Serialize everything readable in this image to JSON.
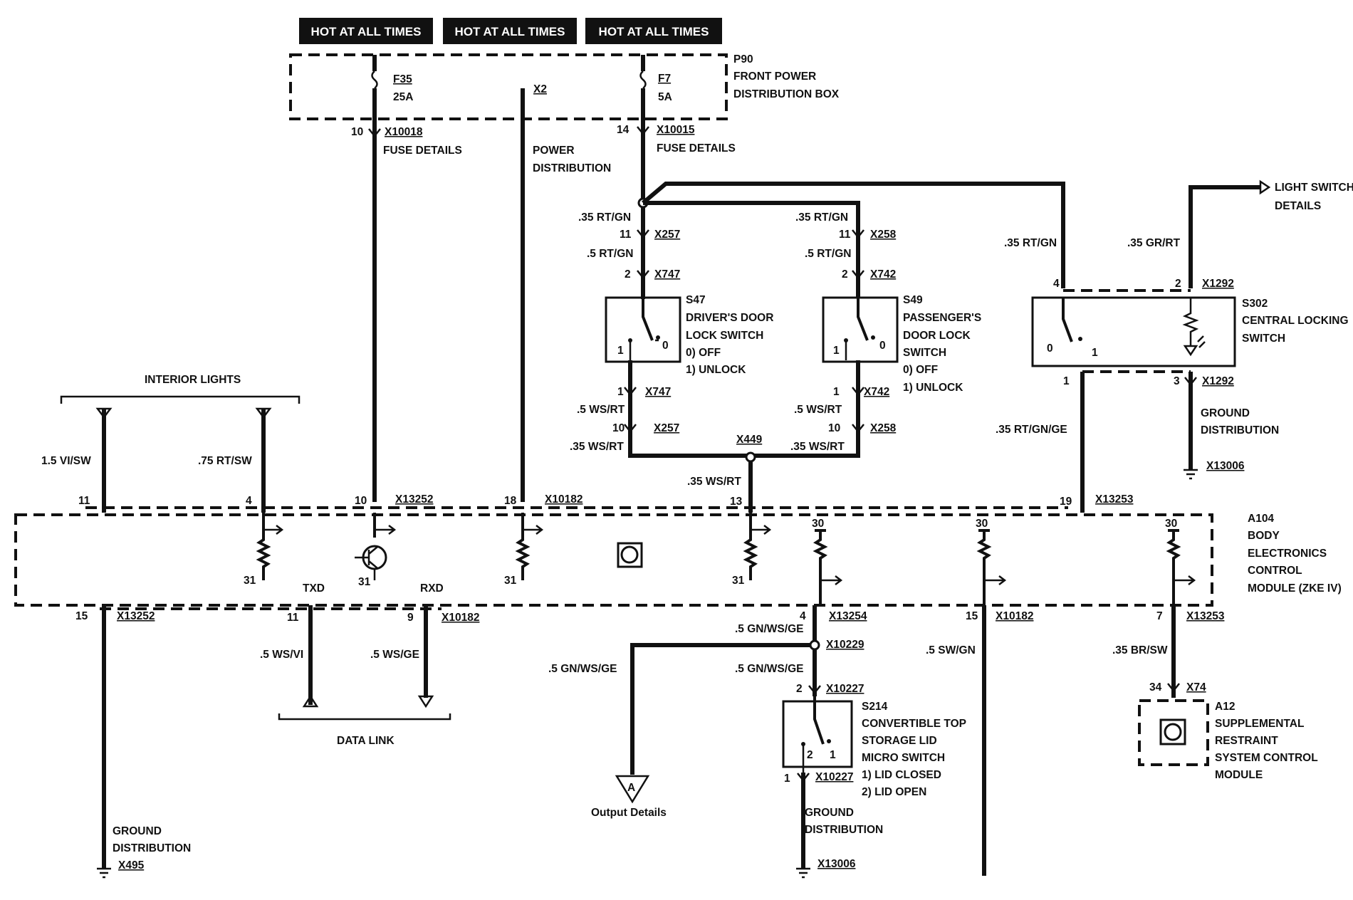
{
  "hot_labels": [
    "HOT AT ALL TIMES",
    "HOT AT ALL TIMES",
    "HOT AT ALL TIMES"
  ],
  "p90": {
    "id": "P90",
    "name_1": "FRONT POWER",
    "name_2": "DISTRIBUTION BOX",
    "fuse_left": "F35",
    "fuse_left_amp": "25A",
    "x2": "X2",
    "fuse_right": "F7",
    "fuse_right_amp": "5A"
  },
  "fuse_feeds": {
    "left_pin": "10",
    "left_conn": "X10018",
    "left_label": "FUSE DETAILS",
    "right_pin": "14",
    "right_conn": "X10015",
    "right_label": "FUSE DETAILS",
    "power_1": "POWER",
    "power_2": "DISTRIBUTION"
  },
  "s47": {
    "wire_top": ".35 RT/GN",
    "pin_top_a": "11",
    "conn_top_a": "X257",
    "wire_mid": ".5 RT/GN",
    "pin_top_b": "2",
    "conn_top_b": "X747",
    "id": "S47",
    "name_1": "DRIVER'S DOOR",
    "name_2": "LOCK SWITCH",
    "state_0": "0)   OFF",
    "state_1": "1)   UNLOCK",
    "contact_1": "1",
    "contact_0": "0",
    "pin_bot_a": "1",
    "conn_bot_a": "X747",
    "wire_bot": ".5 WS/RT",
    "pin_bot_b": "10",
    "conn_bot_b": "X257",
    "wire_bot2": ".35 WS/RT"
  },
  "s49": {
    "wire_top": ".35 RT/GN",
    "pin_top_a": "11",
    "conn_top_a": "X258",
    "wire_mid": ".5 RT/GN",
    "pin_top_b": "2",
    "conn_top_b": "X742",
    "id": "S49",
    "name_1": "PASSENGER'S",
    "name_2": "DOOR LOCK",
    "name_3": "SWITCH",
    "state_0": "0)   OFF",
    "state_1": "1)   UNLOCK",
    "contact_1": "1",
    "contact_0": "0",
    "pin_bot_a": "1",
    "conn_bot_a": "X742",
    "wire_bot": ".5 WS/RT",
    "pin_bot_b": "10",
    "conn_bot_b": "X258",
    "wire_bot2": ".35 WS/RT"
  },
  "x449": {
    "id": "X449",
    "wire": ".35 WS/RT",
    "pin": "13"
  },
  "s302": {
    "wire_left": ".35 RT/GN",
    "wire_right": ".35 GR/RT",
    "light_1": "LIGHT SWITCH",
    "light_2": "DETAILS",
    "pin_4": "4",
    "pin_2": "2",
    "conn_top": "X1292",
    "id": "S302",
    "name_1": "CENTRAL LOCKING",
    "name_2": "SWITCH",
    "contact_0": "0",
    "contact_1": "1",
    "pin_1": "1",
    "pin_3": "3",
    "conn_bot": "X1292",
    "wire_down": ".35 RT/GN/GE",
    "ground_1": "GROUND",
    "ground_2": "DISTRIBUTION",
    "ground_conn": "X13006",
    "pin_19": "19",
    "conn_19": "X13253"
  },
  "interior": {
    "title": "INTERIOR LIGHTS",
    "wire_a": "1.5 VI/SW",
    "wire_b": ".75 RT/SW",
    "pin_a": "11",
    "pin_b": "4",
    "pin_c": "10",
    "conn_c": "X13252",
    "pin_d": "18",
    "conn_d": "X10182"
  },
  "a104": {
    "id": "A104",
    "name_1": "BODY",
    "name_2": "ELECTRONICS",
    "name_3": "CONTROL",
    "name_4": "MODULE (ZKE IV)",
    "g1": "31",
    "g2": "31",
    "g3": "31",
    "g4": "31",
    "txd": "TXD",
    "rxd": "RXD",
    "v1": "30",
    "v2": "30",
    "v3": "30"
  },
  "bottom": {
    "pin_15a": "15",
    "conn_15a": "X13252",
    "ground_1": "GROUND",
    "ground_2": "DISTRIBUTION",
    "ground_conn": "X495",
    "pin_11": "11",
    "wire_11": ".5 WS/VI",
    "pin_9": "9",
    "conn_9": "X10182",
    "wire_9": ".5 WS/GE",
    "data_link": "DATA LINK",
    "pin_4": "4",
    "conn_4": "X13254",
    "wire_4": ".5 GN/WS/GE",
    "splice": "X10229",
    "wire_out": ".5 GN/WS/GE",
    "output": "Output Details",
    "output_marker": "A",
    "wire_4b": ".5 GN/WS/GE",
    "pin_15b": "15",
    "conn_15b": "X10182",
    "wire_15b": ".5 SW/GN",
    "pin_7": "7",
    "conn_7": "X13253",
    "wire_7": ".35 BR/SW"
  },
  "s214": {
    "pin_2": "2",
    "conn_top": "X10227",
    "id": "S214",
    "name_1": "CONVERTIBLE TOP",
    "name_2": "STORAGE LID",
    "name_3": "MICRO SWITCH",
    "state_1": "1)   LID CLOSED",
    "state_2": "2)   LID OPEN",
    "contact_2": "2",
    "contact_1": "1",
    "pin_1": "1",
    "conn_bot": "X10227",
    "ground_1": "GROUND",
    "ground_2": "DISTRIBUTION",
    "ground_conn": "X13006"
  },
  "a12": {
    "pin": "34",
    "conn": "X74",
    "id": "A12",
    "name_1": "SUPPLEMENTAL",
    "name_2": "RESTRAINT",
    "name_3": "SYSTEM CONTROL",
    "name_4": "MODULE"
  }
}
